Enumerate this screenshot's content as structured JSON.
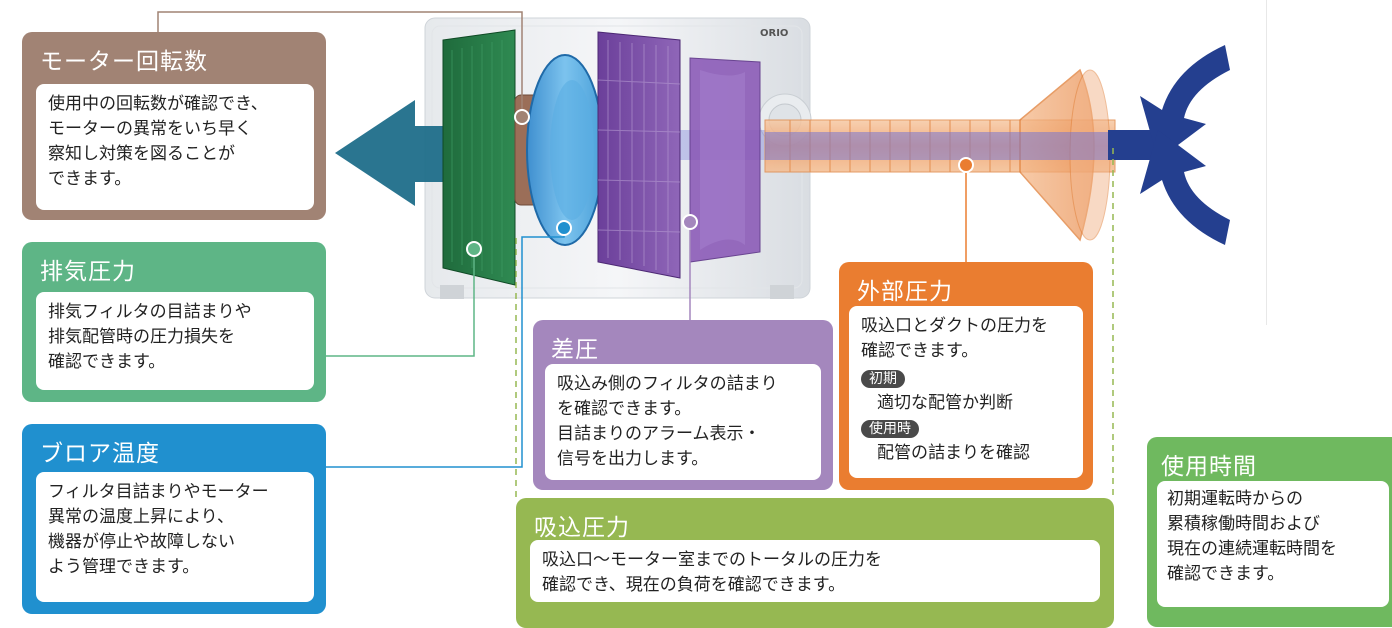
{
  "colors": {
    "motor": "#a18374",
    "exhaust": "#5eb586",
    "blower": "#2090cf",
    "diff": "#a487bd",
    "external": "#ea7d30",
    "suction": "#96b852",
    "usage": "#6fb95f",
    "arrow_out": "#1f6e8a",
    "arrow_in": "#243f8f"
  },
  "icons": {
    "machine": "blower-machine-illustration",
    "arrow_out": "exhaust-arrow-icon",
    "arrow_in": "intake-arrow-icon",
    "logo": "maker-logo"
  },
  "logo_text": "ORIO",
  "cards": {
    "motor": {
      "title": "モーター回転数",
      "body": "使用中の回転数が確認でき、\nモーターの異常をいち早く\n察知し対策を図ることが\nできます。"
    },
    "exhaust": {
      "title": "排気圧力",
      "body": "排気フィルタの目詰まりや\n排気配管時の圧力損失を\n確認できます。"
    },
    "blower": {
      "title": "ブロア温度",
      "body": "フィルタ目詰まりやモーター\n異常の温度上昇により、\n機器が停止や故障しない\nよう管理できます。"
    },
    "diff": {
      "title": "差圧",
      "body": "吸込み側のフィルタの詰まり\nを確認できます。\n目詰まりのアラーム表示・\n信号を出力します。"
    },
    "external": {
      "title": "外部圧力",
      "body": "吸込口とダクトの圧力を\n確認できます。",
      "badge1": "初期",
      "detail1": "適切な配管か判断",
      "badge2": "使用時",
      "detail2": "配管の詰まりを確認"
    },
    "suction": {
      "title": "吸込圧力",
      "body": "吸込口〜モーター室までのトータルの圧力を\n確認でき、現在の負荷を確認できます。"
    },
    "usage": {
      "title": "使用時間",
      "body": "初期運転時からの\n累積稼働時間および\n現在の連続運転時間を\n確認できます。"
    }
  }
}
